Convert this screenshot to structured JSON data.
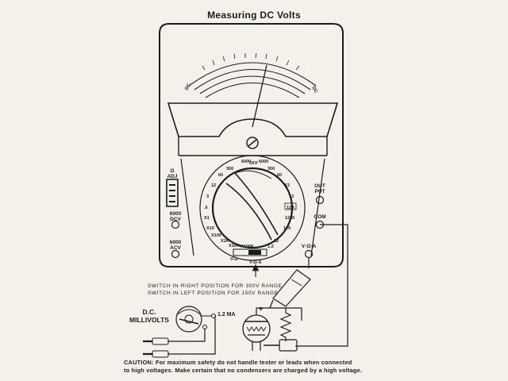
{
  "title": "Measuring DC Volts",
  "meter": {
    "left_labels": {
      "ohm_adj": [
        "Ω",
        "ADJ"
      ],
      "dcv_6000": [
        "6000",
        "DCV"
      ],
      "acv_6000": [
        "6000",
        "ACV"
      ]
    },
    "right_labels": {
      "output": [
        "OUT",
        "PUT"
      ],
      "com": "COM",
      "v_ohm_a": "V·Ω·A"
    },
    "dial": {
      "top": [
        "6000",
        "OFF",
        "6000"
      ],
      "ranges_left": [
        "300",
        "60",
        "12",
        "3",
        ".6",
        "X1",
        "X10",
        "X100",
        "X1K",
        "X10K",
        "X100K"
      ],
      "ranges_right": [
        "300",
        "60",
        "12",
        "3",
        "12A",
        "1200",
        "120",
        "12",
        "1.2"
      ],
      "bottom": [
        "V-Ω",
        "V-Ω-A"
      ]
    }
  },
  "notes": {
    "line1": "SWITCH IN RIGHT POSITION FOR 300V RANGE",
    "line2": "SWITCH IN LEFT POSITION FOR 150V RANGE"
  },
  "millivolts": {
    "label": [
      "D.C.",
      "MILLIVOLTS"
    ],
    "range": "1.2 MA"
  },
  "caution": {
    "line1": "CAUTION: For maximum safety do not handle tester or leads when connected",
    "line2": "to high voltages. Make certain that no condensers are charged by a high voltage."
  }
}
